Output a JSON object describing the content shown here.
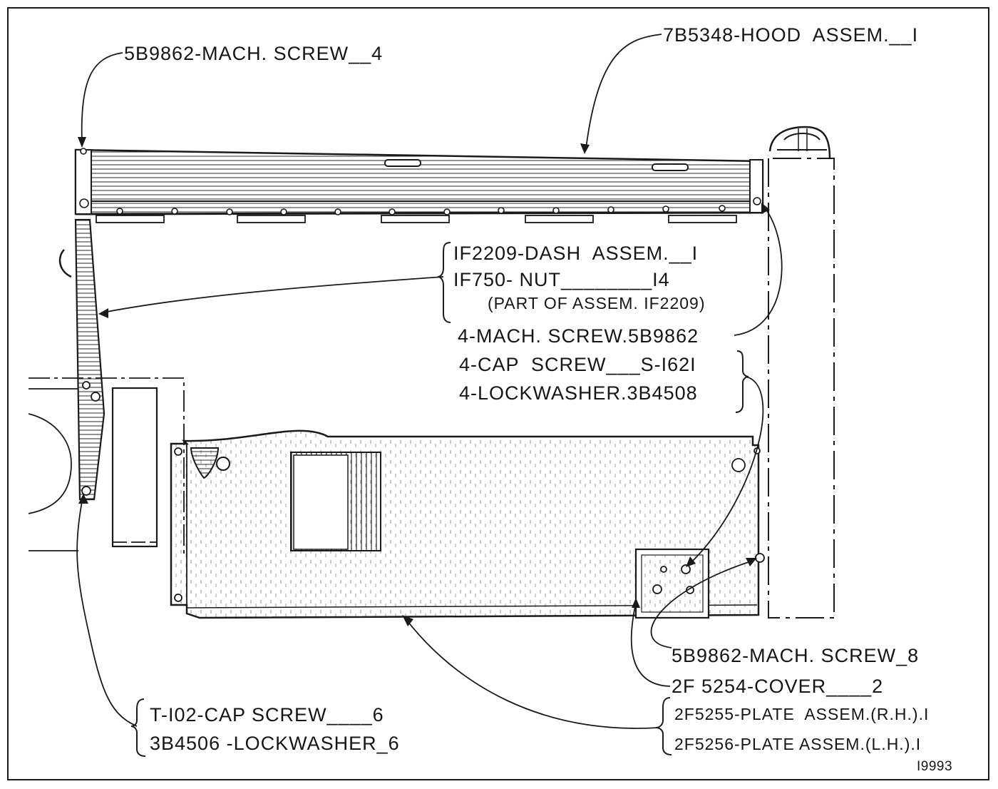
{
  "callouts": {
    "hood": "7B5348-HOOD  ASSEM.__I",
    "mach_screw_top": "5B9862-MACH. SCREW__4",
    "dash_assem": "IF2209-DASH  ASSEM.__I",
    "nut": "IF750- NUT________I4",
    "nut_note": "(PART OF ASSEM. IF2209)",
    "mach_screw_mid": "4-MACH. SCREW.5B9862",
    "cap_screw_mid": "4-CAP  SCREW___S-I62I",
    "lockwasher_mid": "4-LOCKWASHER.3B4508",
    "mach_screw_lower": "5B9862-MACH. SCREW_8",
    "cover": "2F 5254-COVER____2",
    "plate_rh": "2F5255-PLATE  ASSEM.(R.H.).I",
    "plate_lh": "2F5256-PLATE ASSEM.(L.H.).I",
    "cap_screw_lower": "T-I02-CAP SCREW____6",
    "lockwasher_lower": "3B4506 -LOCKWASHER_6",
    "drawing_number": "I9993"
  }
}
